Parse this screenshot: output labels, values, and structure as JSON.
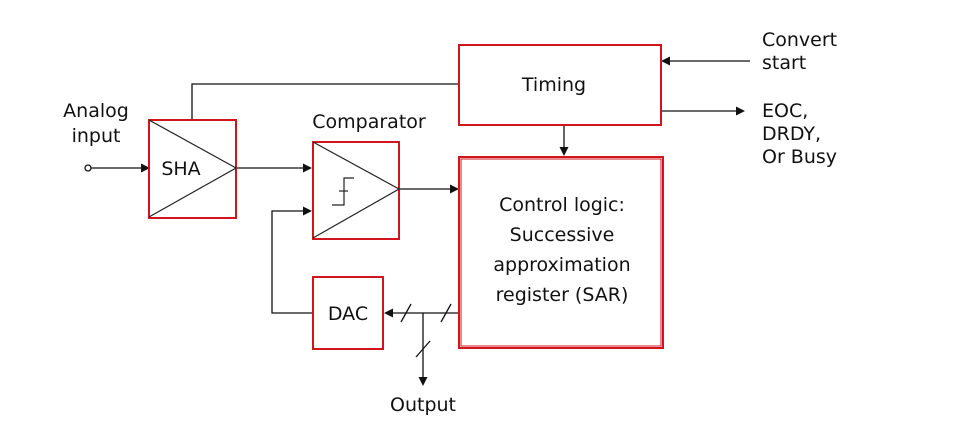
{
  "colors": {
    "block_border": "#d0161c",
    "line": "#111111",
    "background": "#ffffff"
  },
  "labels": {
    "analog_input": [
      "Analog",
      "input"
    ],
    "sha": "SHA",
    "comparator": "Comparator",
    "timing": "Timing",
    "convert_start": [
      "Convert",
      "start"
    ],
    "status_outputs": [
      "EOC,",
      "DRDY,",
      "Or Busy"
    ],
    "control_logic": [
      "Control logic:",
      "Successive",
      "approximation",
      "register (SAR)"
    ],
    "dac": "DAC",
    "output": "Output"
  }
}
